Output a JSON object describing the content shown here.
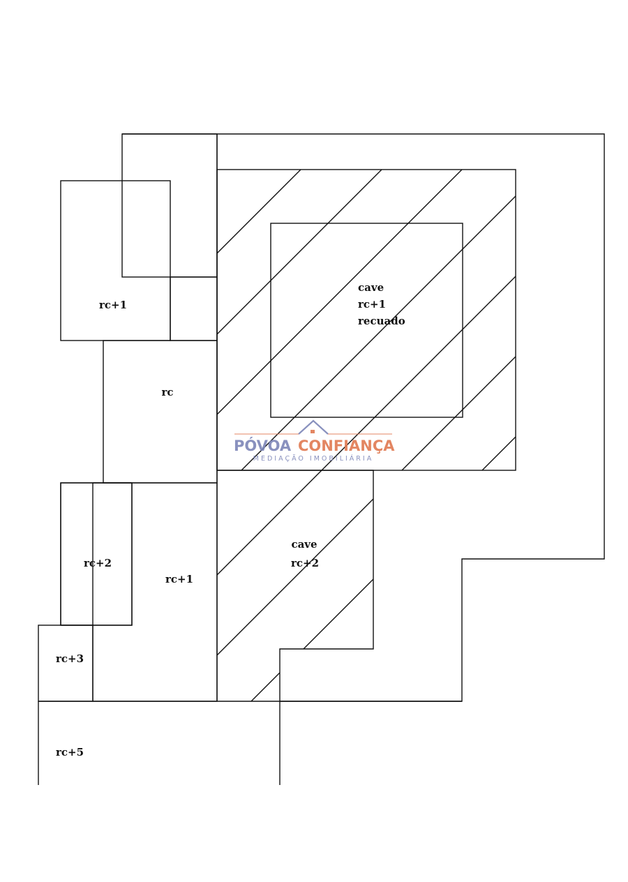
{
  "labels": {
    "rc_plus1_top": "rc+1",
    "rc": "rc",
    "cave_center_l1": "cave",
    "cave_center_l2": "rc+1",
    "cave_center_l3": "recuado",
    "rc_plus2_left": "rc+2",
    "rc_plus1_mid": "rc+1",
    "cave_lower_l1": "cave",
    "cave_lower_l2": "rc+2",
    "rc_plus3": "rc+3",
    "rc_plus5": "rc+5"
  },
  "watermark": {
    "name_part1": "PÓVOA",
    "name_part2": "CONFIANÇA",
    "tagline": "MEDIAÇÃO IMOBILIÁRIA",
    "color_primary": "#7d86b8",
    "color_accent": "#e07a52"
  }
}
